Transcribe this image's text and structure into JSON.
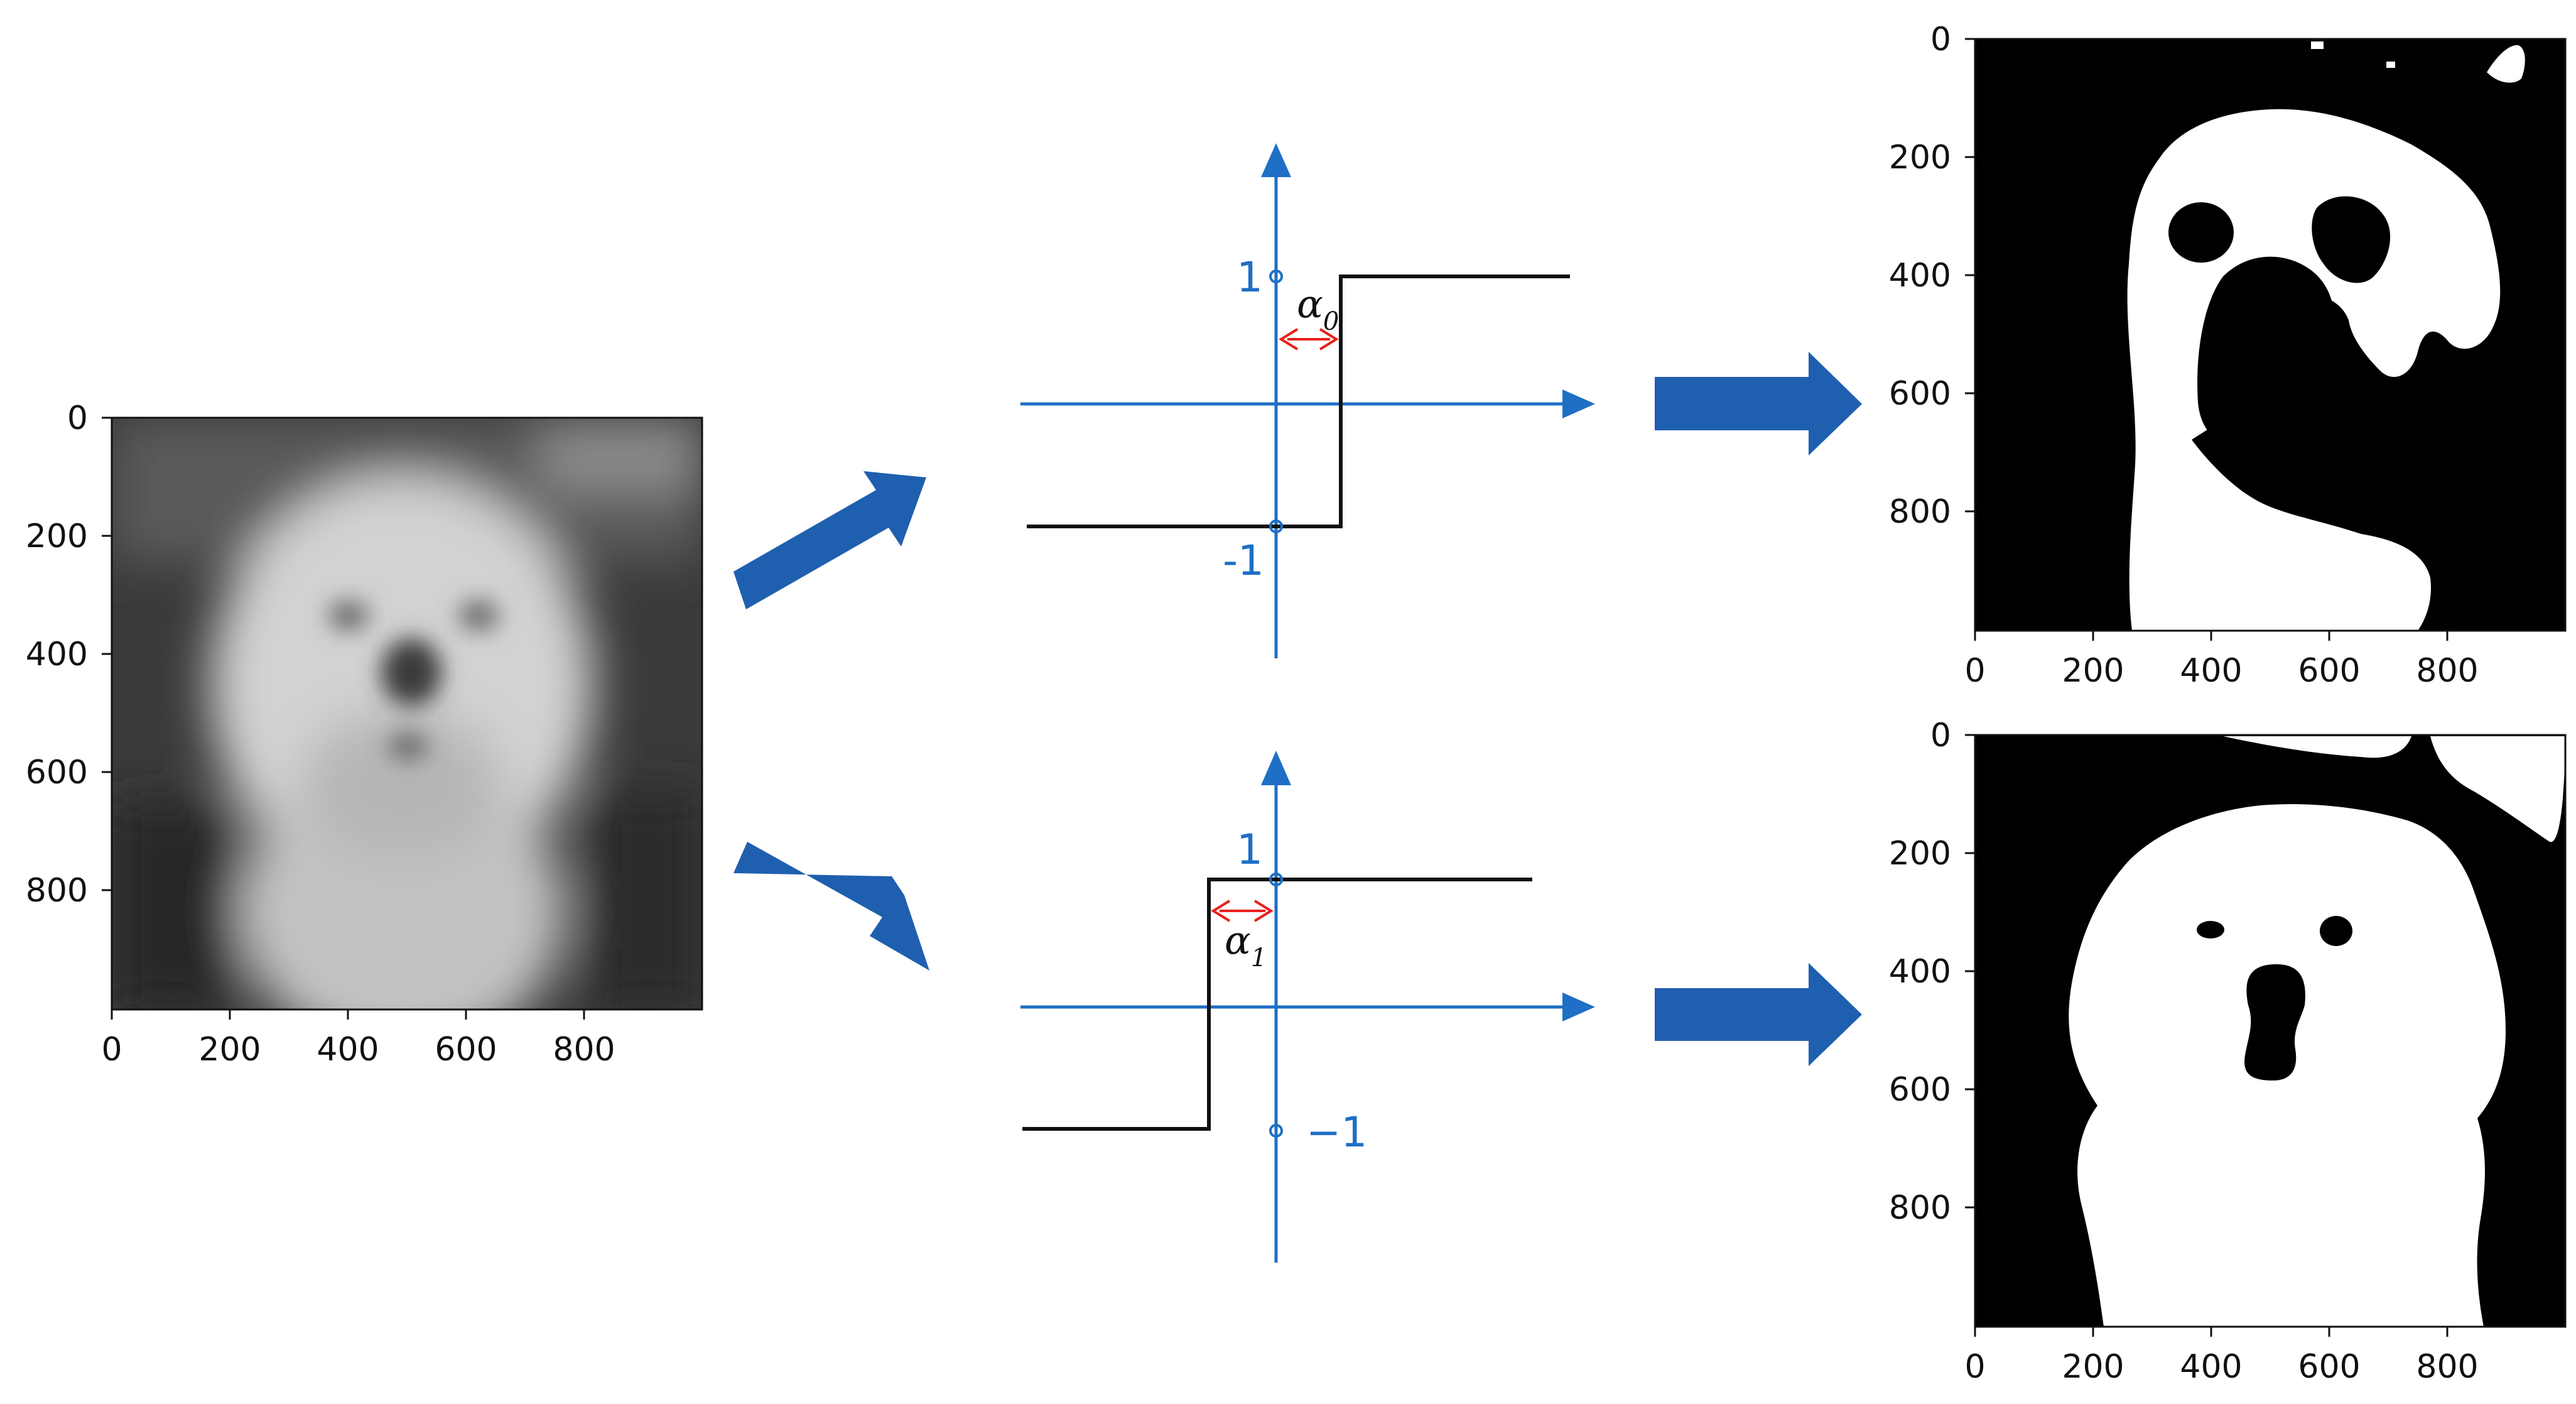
{
  "colors": {
    "axis": "#1E6FC5",
    "arrow": "#1F5FAF",
    "step": "#111111",
    "offset": "#E8201A"
  },
  "input_image": {
    "xticks": [
      "0",
      "200",
      "400",
      "600",
      "800"
    ],
    "yticks": [
      "0",
      "200",
      "400",
      "600",
      "800"
    ]
  },
  "step_top": {
    "label_high": "1",
    "label_low": "-1",
    "offset_symbol": "α",
    "offset_sub": "0"
  },
  "step_bottom": {
    "label_high": "1",
    "label_low": "−1",
    "offset_symbol": "α",
    "offset_sub": "1"
  },
  "output_top": {
    "xticks": [
      "0",
      "200",
      "400",
      "600",
      "800"
    ],
    "yticks": [
      "0",
      "200",
      "400",
      "600",
      "800"
    ]
  },
  "output_bottom": {
    "xticks": [
      "0",
      "200",
      "400",
      "600",
      "800"
    ],
    "yticks": [
      "0",
      "200",
      "400",
      "600",
      "800"
    ]
  }
}
